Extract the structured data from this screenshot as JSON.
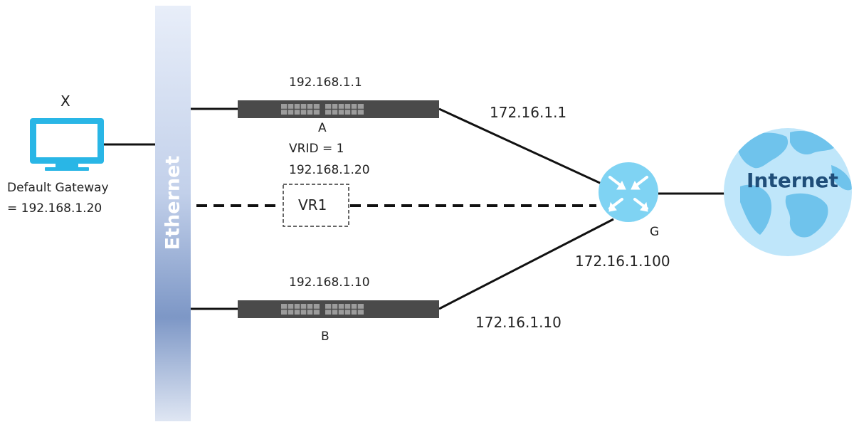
{
  "host": {
    "name": "X",
    "gateway_line1": "Default Gateway",
    "gateway_line2": "= 192.168.1.20"
  },
  "lan": {
    "label": "Ethernet"
  },
  "router_a": {
    "ip": "192.168.1.1",
    "name": "A",
    "wan_ip": "172.16.1.1"
  },
  "virtual_router": {
    "vrid": "VRID = 1",
    "ip": "192.168.1.20",
    "name": "VR1"
  },
  "router_b": {
    "ip": "192.168.1.10",
    "name": "B",
    "wan_ip": "172.16.1.10"
  },
  "gateway": {
    "name": "G",
    "ip": "172.16.1.100"
  },
  "internet": {
    "label": "Internet"
  },
  "colors": {
    "lan_bar_top": "#e4ebf7",
    "lan_bar_bottom": "#6a86b8",
    "device": "#4a4a4a",
    "monitor": "#29b6e6",
    "router_icon": "#7fd3f3",
    "globe": "#bfe6fa",
    "continents": "#6fc3ec",
    "internet_text": "#1f4e79"
  }
}
